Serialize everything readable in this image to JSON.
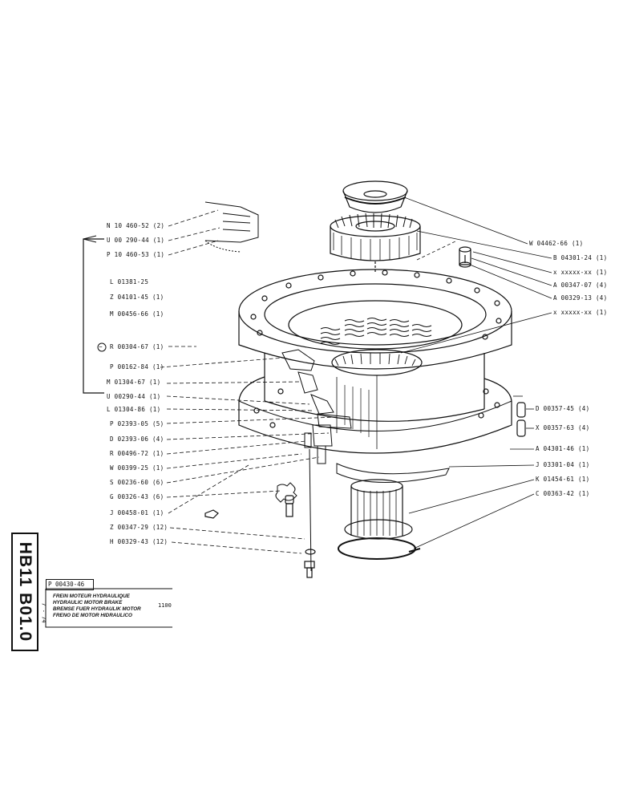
{
  "sheet": {
    "side_tab": "HB11  B01.0",
    "part_number": "P 00430-46",
    "title_lines": [
      "FREIN MOTEUR HYDRAULIQUE",
      "HYDRAULIC MOTOR BRAKE",
      "BREMSE FUER HYDRAULIK MOTOR",
      "FRENO DE MOTOR HIDRAULICO"
    ],
    "model": "1100",
    "date": "7 - 74"
  },
  "left_labels": [
    "N 10 460-52 (2)",
    "U 00 290-44 (1)",
    "P 10 460-53 (1)",
    "L 01381-25",
    "Z 04101-45 (1)",
    "M 00456-66 (1)",
    "R 00304-67 (1)",
    "P 00162-84 (1)",
    "M 01304-67 (1)",
    "U 00290-44 (1)",
    "L 01304-86 (1)",
    "P 02393-05 (5)",
    "D 02393-06 (4)",
    "R 00496-72 (1)",
    "W 00399-25 (1)",
    "S 00236-60 (6)",
    "G 00326-43 (6)",
    "J 00458-01 (1)",
    "Z 00347-29 (12)",
    "H 00329-43 (12)"
  ],
  "right_labels": [
    "W 04462-66 (1)",
    "B 04301-24 (1)",
    "x xxxxx-xx (1)",
    "A 00347-07 (4)",
    "A 00329-13 (4)",
    "x xxxxx-xx (1)",
    "D 00357-45 (4)",
    "X 00357-63 (4)",
    "A 04301-46 (1)",
    "J 03301-04 (1)",
    "K 01454-61 (1)",
    "C 00363-42 (1)"
  ],
  "markers": {
    "circled": "−"
  }
}
